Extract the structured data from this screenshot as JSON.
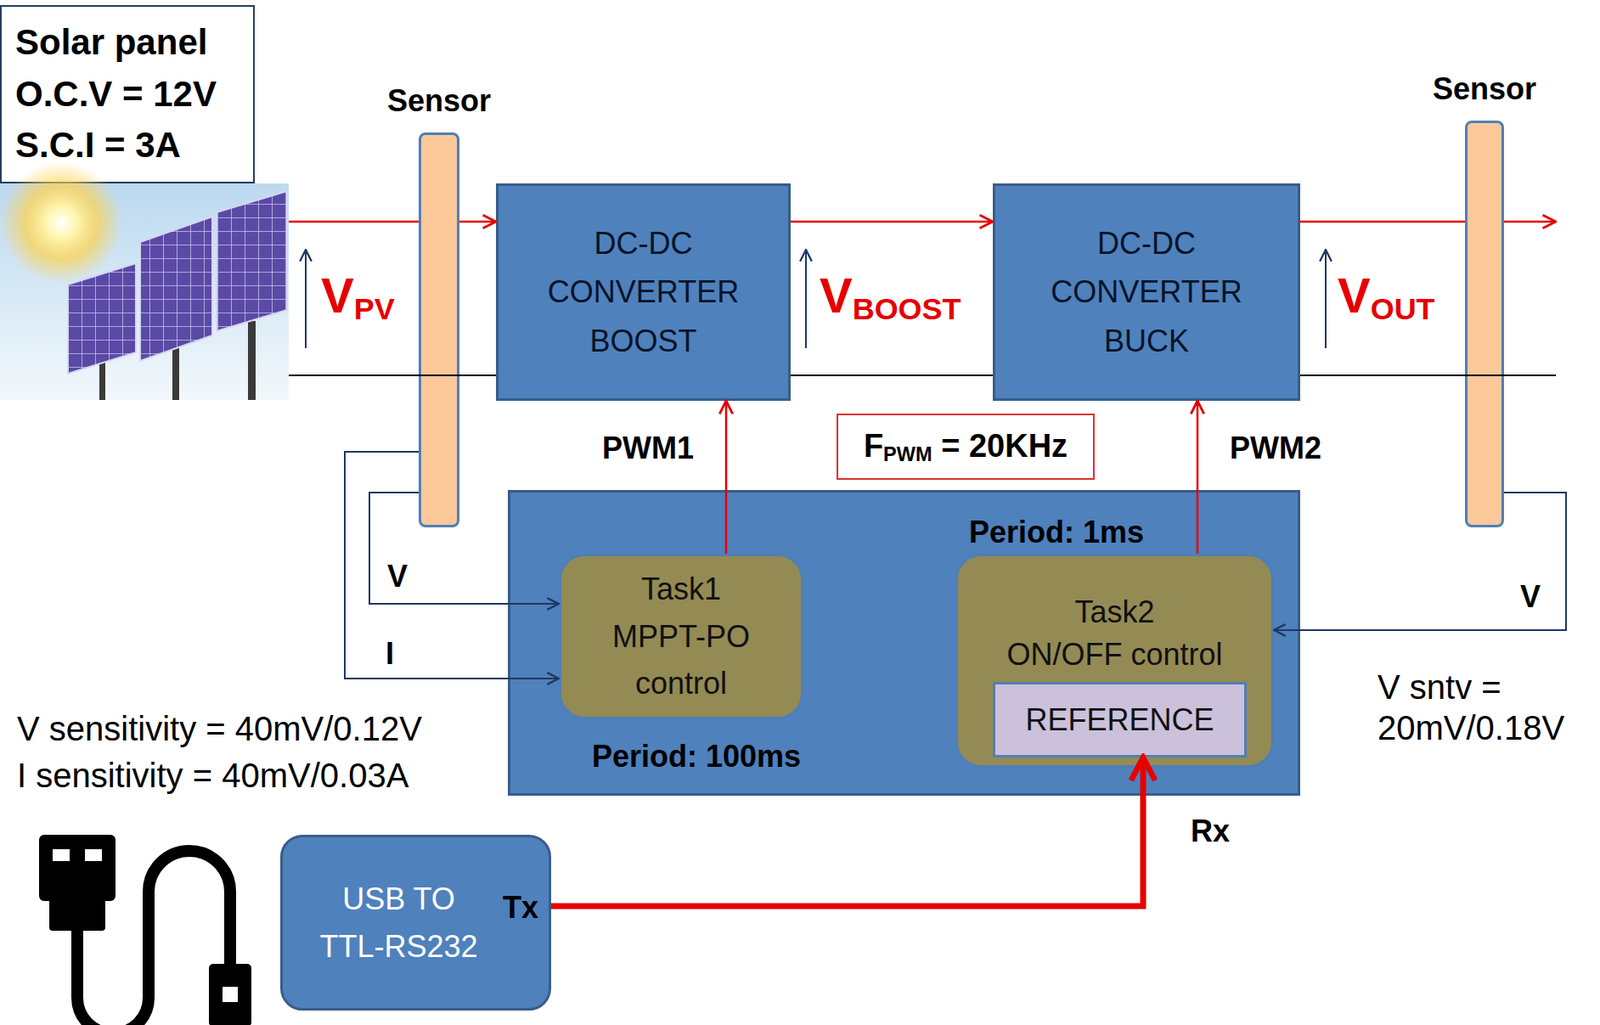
{
  "diagram": {
    "nodes": [
      {
        "text": [
          "Solar panel",
          "O.C.V = 12V",
          "S.C.I = 3A"
        ]
      },
      {
        "text": [
          "Sensor"
        ]
      },
      {
        "text": [
          "DC-DC CONVERTER BOOST"
        ]
      },
      {
        "text": [
          "DC-DC CONVERTER BUCK"
        ]
      },
      {
        "text": [
          "Sensor"
        ]
      },
      {
        "text": [
          "FPWM = 20KHz"
        ]
      },
      {
        "text": [
          "Period: 1ms",
          "Period: 100ms"
        ]
      },
      {
        "text": [
          "Task1",
          "MPPT-PO control"
        ],
        "in": 6
      },
      {
        "text": [
          "Task2",
          "ON/OFF control"
        ],
        "in": 6
      },
      {
        "text": [
          "REFERENCE"
        ],
        "in": 8
      },
      {
        "text": [
          "USB TO TTL-RS232",
          "Tx"
        ]
      }
    ],
    "edges": [
      {
        "from": 1,
        "to": 2,
        "arrow": "to"
      },
      {
        "from": 2,
        "to": 3,
        "arrow": "to"
      },
      {
        "from": 3,
        "to": 4,
        "arrow": "none"
      },
      {
        "from": 7,
        "to": 2,
        "arrow": "to",
        "label": "PWM1"
      },
      {
        "from": 8,
        "to": 3,
        "arrow": "to",
        "label": "PWM2"
      },
      {
        "from": 1,
        "to": 7,
        "arrow": "to",
        "label": "V"
      },
      {
        "from": 1,
        "to": 7,
        "arrow": "to",
        "label": "I"
      },
      {
        "from": 4,
        "to": 8,
        "arrow": "to",
        "label": "V"
      },
      {
        "from": 10,
        "to": 9,
        "arrow": "to"
      }
    ],
    "labels": [
      "VPV",
      "VBOOST",
      "VOUT",
      "V sensitivity = 40mV/0.12V",
      "V sntv = 20mV/0.18V",
      "I sensitivity = 40mV/0.03A",
      "Rx"
    ]
  }
}
